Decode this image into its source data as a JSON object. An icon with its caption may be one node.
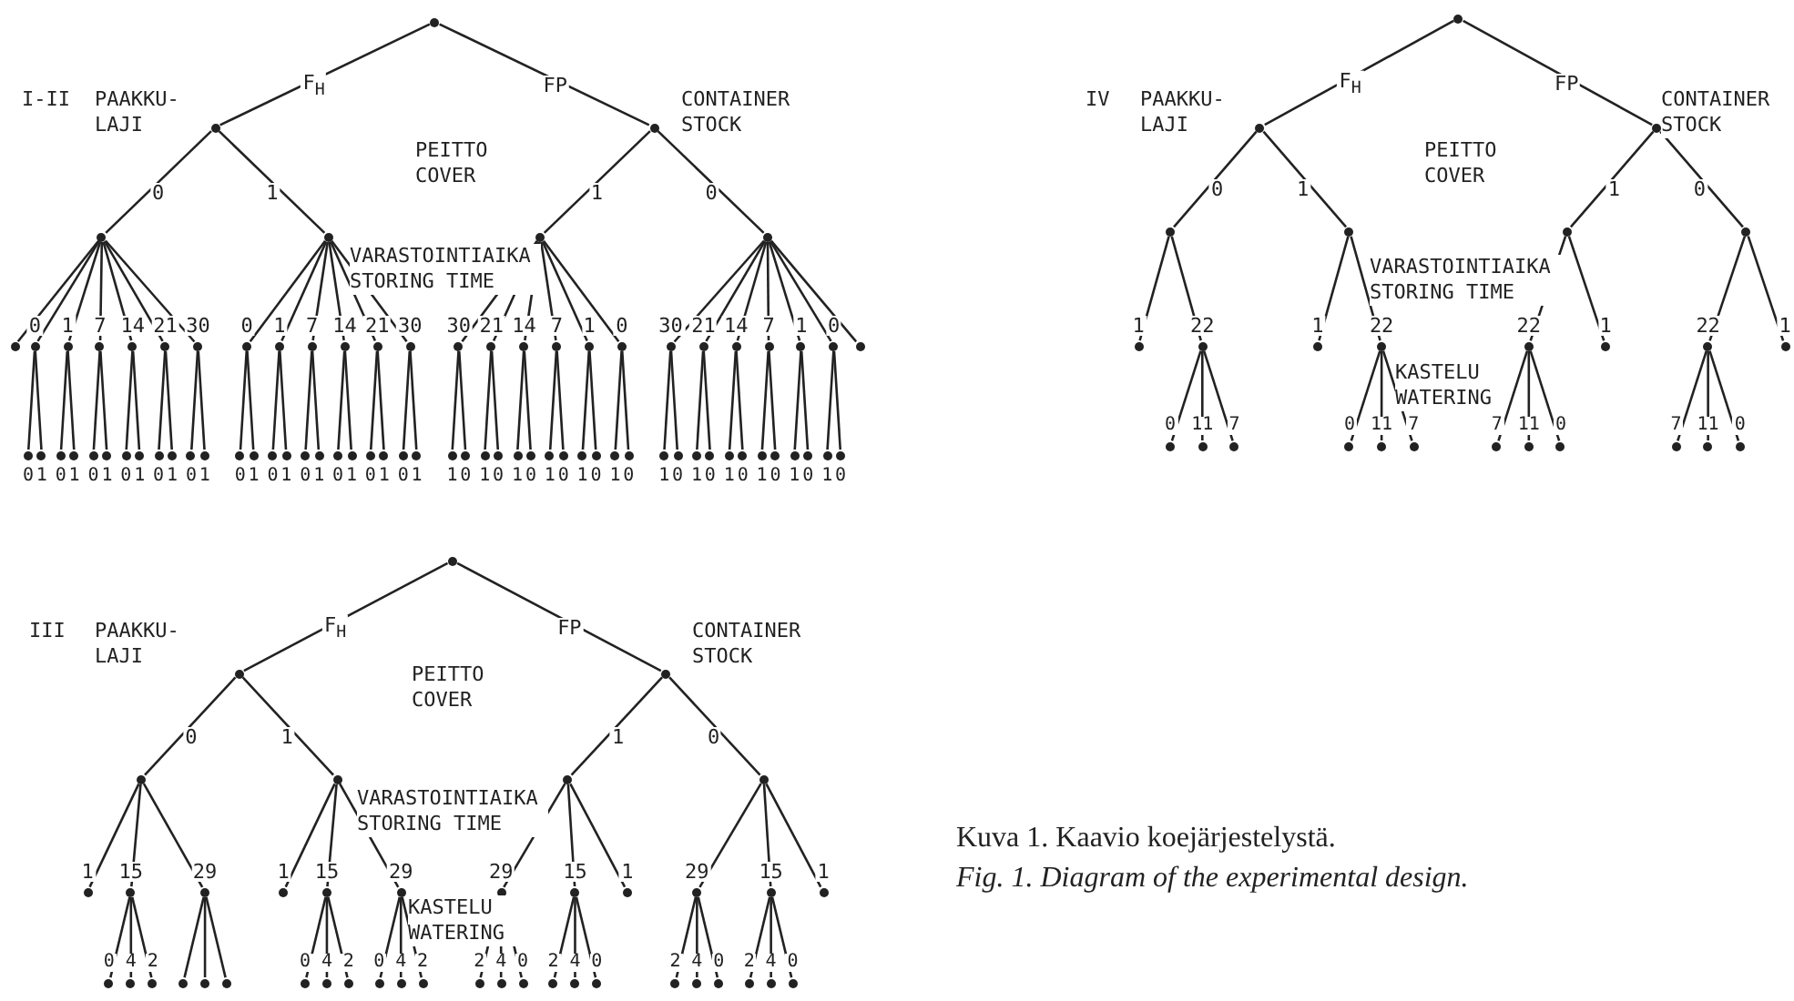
{
  "diagram": {
    "caption": "Kuva 1. Kaavio koejärjestelystä.",
    "nodes": [
      {
        "text": [],
        "shape": "circle"
      },
      {
        "text": [],
        "shape": "circle"
      },
      {
        "text": [],
        "shape": "circle"
      },
      {
        "text": [],
        "shape": "circle"
      },
      {
        "text": [],
        "shape": "circle"
      },
      {
        "text": [],
        "shape": "circle"
      },
      {
        "text": [],
        "shape": "circle"
      },
      {
        "text": [],
        "shape": "circle"
      },
      {
        "text": [],
        "shape": "circle"
      },
      {
        "text": [],
        "shape": "circle"
      },
      {
        "text": [],
        "shape": "circle"
      },
      {
        "text": [],
        "shape": "circle"
      },
      {
        "text": [],
        "shape": "circle"
      },
      {
        "text": [],
        "shape": "circle"
      },
      {
        "text": [],
        "shape": "circle"
      },
      {
        "text": [],
        "shape": "circle"
      },
      {
        "text": [],
        "shape": "circle"
      },
      {
        "text": [],
        "shape": "circle"
      },
      {
        "text": [],
        "shape": "circle"
      },
      {
        "text": [],
        "shape": "circle"
      },
      {
        "text": [],
        "shape": "circle"
      },
      {
        "text": [],
        "shape": "circle"
      },
      {
        "text": [],
        "shape": "circle"
      },
      {
        "text": [],
        "shape": "circle"
      },
      {
        "text": [],
        "shape": "circle"
      },
      {
        "text": [],
        "shape": "circle"
      },
      {
        "text": [],
        "shape": "circle"
      },
      {
        "text": [],
        "shape": "circle"
      },
      {
        "text": [],
        "shape": "circle"
      },
      {
        "text": [],
        "shape": "circle"
      },
      {
        "text": [],
        "shape": "circle"
      },
      {
        "text": [],
        "shape": "circle"
      },
      {
        "text": [],
        "shape": "circle"
      },
      {
        "text": [],
        "shape": "circle"
      },
      {
        "text": [],
        "shape": "circle"
      },
      {
        "text": [],
        "shape": "circle"
      },
      {
        "text": [],
        "shape": "circle"
      },
      {
        "text": [],
        "shape": "circle"
      },
      {
        "text": [],
        "shape": "circle"
      },
      {
        "text": [],
        "shape": "circle"
      },
      {
        "text": [],
        "shape": "circle"
      },
      {
        "text": [],
        "shape": "circle"
      },
      {
        "text": [],
        "shape": "circle"
      },
      {
        "text": [],
        "shape": "circle"
      },
      {
        "text": [],
        "shape": "circle"
      },
      {
        "text": [],
        "shape": "circle"
      },
      {
        "text": [],
        "shape": "circle"
      },
      {
        "text": [],
        "shape": "circle"
      },
      {
        "text": [],
        "shape": "circle"
      },
      {
        "text": [],
        "shape": "circle"
      },
      {
        "text": [],
        "shape": "circle"
      },
      {
        "text": [],
        "shape": "circle"
      },
      {
        "text": [],
        "shape": "circle"
      },
      {
        "text": [],
        "shape": "circle"
      },
      {
        "text": [],
        "shape": "circle"
      },
      {
        "text": [],
        "shape": "circle"
      },
      {
        "text": [],
        "shape": "circle"
      },
      {
        "text": [],
        "shape": "circle"
      },
      {
        "text": [],
        "shape": "circle"
      },
      {
        "text": [],
        "shape": "circle"
      },
      {
        "text": [],
        "shape": "circle"
      },
      {
        "text": [],
        "shape": "circle"
      },
      {
        "text": [],
        "shape": "circle"
      },
      {
        "text": [],
        "shape": "circle"
      },
      {
        "text": [],
        "shape": "circle"
      },
      {
        "text": [],
        "shape": "circle"
      },
      {
        "text": [],
        "shape": "circle"
      },
      {
        "text": [],
        "shape": "circle"
      },
      {
        "text": [],
        "shape": "circle"
      },
      {
        "text": [],
        "shape": "circle"
      },
      {
        "text": [],
        "shape": "circle"
      },
      {
        "text": [],
        "shape": "circle"
      },
      {
        "text": [],
        "shape": "circle"
      },
      {
        "text": [],
        "shape": "circle"
      },
      {
        "text": [],
        "shape": "circle"
      },
      {
        "text": [],
        "shape": "circle"
      },
      {
        "text": [],
        "shape": "circle"
      },
      {
        "text": [],
        "shape": "circle"
      },
      {
        "text": [],
        "shape": "circle"
      },
      {
        "text": [],
        "shape": "circle"
      },
      {
        "text": [],
        "shape": "circle"
      },
      {
        "text": [],
        "shape": "circle"
      },
      {
        "text": [],
        "shape": "circle"
      },
      {
        "text": [],
        "shape": "circle"
      },
      {
        "text": [],
        "shape": "circle"
      },
      {
        "text": [],
        "shape": "circle"
      },
      {
        "text": [],
        "shape": "circle"
      },
      {
        "text": [],
        "shape": "circle"
      },
      {
        "text": [],
        "shape": "circle"
      },
      {
        "text": [],
        "shape": "circle"
      },
      {
        "text": [],
        "shape": "circle"
      },
      {
        "text": [],
        "shape": "circle"
      },
      {
        "text": [],
        "shape": "circle"
      },
      {
        "text": [],
        "shape": "circle"
      },
      {
        "text": [],
        "shape": "circle"
      },
      {
        "text": [],
        "shape": "circle"
      },
      {
        "text": [],
        "shape": "circle"
      },
      {
        "text": [],
        "shape": "circle"
      },
      {
        "text": [],
        "shape": "circle"
      },
      {
        "text": [],
        "shape": "circle"
      },
      {
        "text": [],
        "shape": "circle"
      },
      {
        "text": [],
        "shape": "circle"
      },
      {
        "text": [],
        "shape": "circle"
      },
      {
        "text": [],
        "shape": "circle"
      },
      {
        "text": [],
        "shape": "circle"
      },
      {
        "text": [],
        "shape": "circle"
      },
      {
        "text": [],
        "shape": "circle"
      },
      {
        "text": [],
        "shape": "circle"
      },
      {
        "text": [],
        "shape": "circle"
      },
      {
        "text": [],
        "shape": "circle"
      },
      {
        "text": [],
        "shape": "circle"
      },
      {
        "text": [],
        "shape": "circle"
      },
      {
        "text": [],
        "shape": "circle"
      },
      {
        "text": [],
        "shape": "circle"
      },
      {
        "text": [],
        "shape": "circle"
      },
      {
        "text": [],
        "shape": "circle"
      },
      {
        "text": [],
        "shape": "circle"
      },
      {
        "text": [],
        "shape": "circle"
      },
      {
        "text": [],
        "shape": "circle"
      },
      {
        "text": [],
        "shape": "circle"
      },
      {
        "text": [],
        "shape": "circle"
      },
      {
        "text": [],
        "shape": "circle"
      },
      {
        "text": [],
        "shape": "circle"
      },
      {
        "text": [],
        "shape": "circle"
      },
      {
        "text": [],
        "shape": "circle"
      },
      {
        "text": [],
        "shape": "circle"
      },
      {
        "text": [],
        "shape": "circle"
      },
      {
        "text": [],
        "shape": "circle"
      },
      {
        "text": [],
        "shape": "circle"
      },
      {
        "text": [],
        "shape": "circle"
      },
      {
        "text": [],
        "shape": "circle"
      },
      {
        "text": [],
        "shape": "circle"
      },
      {
        "text": [],
        "shape": "circle"
      },
      {
        "text": [],
        "shape": "circle"
      },
      {
        "text": [],
        "shape": "circle"
      },
      {
        "text": [],
        "shape": "circle"
      },
      {
        "text": [],
        "shape": "circle"
      },
      {
        "text": [],
        "shape": "circle"
      },
      {
        "text": [],
        "shape": "circle"
      },
      {
        "text": [],
        "shape": "circle"
      },
      {
        "text": [],
        "shape": "circle"
      },
      {
        "text": [],
        "shape": "circle"
      },
      {
        "text": [],
        "shape": "circle"
      },
      {
        "text": [],
        "shape": "circle"
      },
      {
        "text": [],
        "shape": "circle"
      },
      {
        "text": [],
        "shape": "circle"
      },
      {
        "text": [],
        "shape": "circle"
      },
      {
        "text": [],
        "shape": "circle"
      },
      {
        "text": [],
        "shape": "circle"
      },
      {
        "text": [],
        "shape": "circle"
      },
      {
        "text": [],
        "shape": "circle"
      }
    ],
    "edges": [
      {
        "from": 0,
        "to": 1,
        "arrow": "none",
        "label": "F$_{H}$"
      },
      {
        "from": 0,
        "to": 2,
        "arrow": "none",
        "label": "FP"
      },
      {
        "from": 1,
        "to": 3,
        "arrow": "none",
        "label": "0"
      },
      {
        "from": 1,
        "to": 4,
        "arrow": "none",
        "label": "1"
      },
      {
        "from": 2,
        "to": 5,
        "arrow": "none",
        "label": "1"
      },
      {
        "from": 2,
        "to": 6,
        "arrow": "none",
        "label": "0"
      },
      {
        "from": 3,
        "to": 7,
        "arrow": "none"
      },
      {
        "from": 3,
        "to": 8,
        "arrow": "none",
        "label": "0"
      },
      {
        "from": 3,
        "to": 9,
        "arrow": "none",
        "label": "1"
      },
      {
        "from": 3,
        "to": 10,
        "arrow": "none",
        "label": "7"
      },
      {
        "from": 3,
        "to": 11,
        "arrow": "none",
        "label": "14"
      },
      {
        "from": 3,
        "to": 12,
        "arrow": "none",
        "label": "21"
      },
      {
        "from": 3,
        "to": 13,
        "arrow": "none",
        "label": "30"
      },
      {
        "from": 4,
        "to": 14,
        "arrow": "none",
        "label": "0"
      },
      {
        "from": 4,
        "to": 15,
        "arrow": "none",
        "label": "1"
      },
      {
        "from": 4,
        "to": 16,
        "arrow": "none",
        "label": "7"
      },
      {
        "from": 4,
        "to": 17,
        "arrow": "none",
        "label": "14"
      },
      {
        "from": 4,
        "to": 18,
        "arrow": "none",
        "label": "21"
      },
      {
        "from": 4,
        "to": 19,
        "arrow": "none",
        "label": "30"
      },
      {
        "from": 5,
        "to": 20,
        "arrow": "none",
        "label": "30"
      },
      {
        "from": 5,
        "to": 21,
        "arrow": "none",
        "label": "21"
      },
      {
        "from": 5,
        "to": 22,
        "arrow": "none",
        "label": "14"
      },
      {
        "from": 5,
        "to": 23,
        "arrow": "none",
        "label": "7"
      },
      {
        "from": 5,
        "to": 24,
        "arrow": "none",
        "label": "1"
      },
      {
        "from": 5,
        "to": 25,
        "arrow": "none",
        "label": "0"
      },
      {
        "from": 6,
        "to": 26,
        "arrow": "none",
        "label": "30"
      },
      {
        "from": 6,
        "to": 27,
        "arrow": "none",
        "label": "21"
      },
      {
        "from": 6,
        "to": 28,
        "arrow": "none",
        "label": "14"
      },
      {
        "from": 6,
        "to": 29,
        "arrow": "none",
        "label": "7"
      },
      {
        "from": 6,
        "to": 30,
        "arrow": "none",
        "label": "1"
      },
      {
        "from": 6,
        "to": 31,
        "arrow": "none",
        "label": "0"
      },
      {
        "from": 6,
        "to": 32,
        "arrow": "none"
      },
      {
        "from": 8,
        "to": 33,
        "arrow": "none",
        "label": "0"
      },
      {
        "from": 8,
        "to": 34,
        "arrow": "none",
        "label": "1"
      },
      {
        "from": 9,
        "to": 35,
        "arrow": "none",
        "label": "0"
      },
      {
        "from": 9,
        "to": 36,
        "arrow": "none",
        "label": "1"
      },
      {
        "from": 10,
        "to": 37,
        "arrow": "none",
        "label": "0"
      },
      {
        "from": 10,
        "to": 38,
        "arrow": "none",
        "label": "1"
      },
      {
        "from": 11,
        "to": 39,
        "arrow": "none",
        "label": "0"
      },
      {
        "from": 11,
        "to": 40,
        "arrow": "none",
        "label": "1"
      },
      {
        "from": 12,
        "to": 41,
        "arrow": "none",
        "label": "0"
      },
      {
        "from": 12,
        "to": 42,
        "arrow": "none",
        "label": "1"
      },
      {
        "from": 13,
        "to": 43,
        "arrow": "none",
        "label": "0"
      },
      {
        "from": 13,
        "to": 44,
        "arrow": "none",
        "label": "1"
      },
      {
        "from": 14,
        "to": 45,
        "arrow": "none",
        "label": "0"
      },
      {
        "from": 14,
        "to": 46,
        "arrow": "none",
        "label": "1"
      },
      {
        "from": 15,
        "to": 47,
        "arrow": "none",
        "label": "0"
      },
      {
        "from": 15,
        "to": 48,
        "arrow": "none",
        "label": "1"
      },
      {
        "from": 16,
        "to": 49,
        "arrow": "none",
        "label": "0"
      },
      {
        "from": 16,
        "to": 50,
        "arrow": "none",
        "label": "1"
      },
      {
        "from": 17,
        "to": 51,
        "arrow": "none",
        "label": "0"
      },
      {
        "from": 17,
        "to": 52,
        "arrow": "none",
        "label": "1"
      },
      {
        "from": 18,
        "to": 53,
        "arrow": "none",
        "label": "0"
      },
      {
        "from": 18,
        "to": 54,
        "arrow": "none",
        "label": "1"
      },
      {
        "from": 19,
        "to": 55,
        "arrow": "none",
        "label": "0"
      },
      {
        "from": 19,
        "to": 56,
        "arrow": "none",
        "label": "1"
      },
      {
        "from": 20,
        "to": 57,
        "arrow": "none",
        "label": "1"
      },
      {
        "from": 20,
        "to": 58,
        "arrow": "none",
        "label": "0"
      },
      {
        "from": 21,
        "to": 59,
        "arrow": "none",
        "label": "1"
      },
      {
        "from": 21,
        "to": 60,
        "arrow": "none",
        "label": "0"
      },
      {
        "from": 22,
        "to": 61,
        "arrow": "none",
        "label": "1"
      },
      {
        "from": 22,
        "to": 62,
        "arrow": "none",
        "label": "0"
      },
      {
        "from": 23,
        "to": 63,
        "arrow": "none",
        "label": "1"
      },
      {
        "from": 23,
        "to": 64,
        "arrow": "none",
        "label": "0"
      },
      {
        "from": 24,
        "to": 65,
        "arrow": "none",
        "label": "1"
      },
      {
        "from": 24,
        "to": 66,
        "arrow": "none",
        "label": "0"
      },
      {
        "from": 25,
        "to": 67,
        "arrow": "none",
        "label": "1"
      },
      {
        "from": 25,
        "to": 68,
        "arrow": "none",
        "label": "0"
      },
      {
        "from": 26,
        "to": 69,
        "arrow": "none",
        "label": "1"
      },
      {
        "from": 26,
        "to": 70,
        "arrow": "none",
        "label": "0"
      },
      {
        "from": 27,
        "to": 71,
        "arrow": "none",
        "label": "1"
      },
      {
        "from": 27,
        "to": 72,
        "arrow": "none",
        "label": "0"
      },
      {
        "from": 28,
        "to": 73,
        "arrow": "none",
        "label": "1"
      },
      {
        "from": 28,
        "to": 74,
        "arrow": "none",
        "label": "0"
      },
      {
        "from": 29,
        "to": 75,
        "arrow": "none",
        "label": "1"
      },
      {
        "from": 29,
        "to": 76,
        "arrow": "none",
        "label": "0"
      },
      {
        "from": 30,
        "to": 77,
        "arrow": "none",
        "label": "1"
      },
      {
        "from": 30,
        "to": 78,
        "arrow": "none",
        "label": "0"
      },
      {
        "from": 31,
        "to": 79,
        "arrow": "none",
        "label": "1"
      },
      {
        "from": 31,
        "to": 80,
        "arrow": "none",
        "label": "0"
      },
      {
        "from": 81,
        "to": 82,
        "arrow": "none",
        "label": "F$_{H}$"
      },
      {
        "from": 81,
        "to": 83,
        "arrow": "none",
        "label": "FP"
      },
      {
        "from": 82,
        "to": 84,
        "arrow": "none",
        "label": "0"
      },
      {
        "from": 82,
        "to": 85,
        "arrow": "none",
        "label": "1"
      },
      {
        "from": 83,
        "to": 86,
        "arrow": "none",
        "label": "1"
      },
      {
        "from": 83,
        "to": 87,
        "arrow": "none",
        "label": "0"
      },
      {
        "from": 84,
        "to": 88,
        "arrow": "none",
        "label": "1"
      },
      {
        "from": 84,
        "to": 89,
        "arrow": "none",
        "label": "22"
      },
      {
        "from": 85,
        "to": 90,
        "arrow": "none",
        "label": "1"
      },
      {
        "from": 85,
        "to": 91,
        "arrow": "none",
        "label": "22"
      },
      {
        "from": 86,
        "to": 92,
        "arrow": "none",
        "label": "22"
      },
      {
        "from": 86,
        "to": 93,
        "arrow": "none",
        "label": "1"
      },
      {
        "from": 87,
        "to": 94,
        "arrow": "none",
        "label": "22"
      },
      {
        "from": 87,
        "to": 95,
        "arrow": "none",
        "label": "1"
      },
      {
        "from": 89,
        "to": 96,
        "arrow": "none",
        "label": "0"
      },
      {
        "from": 89,
        "to": 97,
        "arrow": "none",
        "label": "11"
      },
      {
        "from": 89,
        "to": 98,
        "arrow": "none",
        "label": "7"
      },
      {
        "from": 91,
        "to": 99,
        "arrow": "none",
        "label": "0"
      },
      {
        "from": 91,
        "to": 100,
        "arrow": "none",
        "label": "11"
      },
      {
        "from": 91,
        "to": 101,
        "arrow": "none",
        "label": "7"
      },
      {
        "from": 92,
        "to": 102,
        "arrow": "none",
        "label": "7"
      },
      {
        "from": 92,
        "to": 103,
        "arrow": "none",
        "label": "11"
      },
      {
        "from": 92,
        "to": 104,
        "arrow": "none",
        "label": "0"
      },
      {
        "from": 94,
        "to": 105,
        "arrow": "none",
        "label": "7"
      },
      {
        "from": 94,
        "to": 106,
        "arrow": "none",
        "label": "11"
      },
      {
        "from": 94,
        "to": 107,
        "arrow": "none",
        "label": "0"
      },
      {
        "from": 108,
        "to": 109,
        "arrow": "none",
        "label": "F$_{H}$"
      },
      {
        "from": 108,
        "to": 110,
        "arrow": "none",
        "label": "FP"
      },
      {
        "from": 109,
        "to": 111,
        "arrow": "none",
        "label": "0"
      },
      {
        "from": 109,
        "to": 112,
        "arrow": "none",
        "label": "1"
      },
      {
        "from": 110,
        "to": 113,
        "arrow": "none",
        "label": "1"
      },
      {
        "from": 110,
        "to": 114,
        "arrow": "none",
        "label": "0"
      },
      {
        "from": 111,
        "to": 115,
        "arrow": "none",
        "label": "1"
      },
      {
        "from": 111,
        "to": 116,
        "arrow": "none",
        "label": "15"
      },
      {
        "from": 111,
        "to": 117,
        "arrow": "none",
        "label": "29"
      },
      {
        "from": 112,
        "to": 118,
        "arrow": "none",
        "label": "1"
      },
      {
        "from": 112,
        "to": 119,
        "arrow": "none",
        "label": "15"
      },
      {
        "from": 112,
        "to": 120,
        "arrow": "none",
        "label": "29"
      },
      {
        "from": 113,
        "to": 121,
        "arrow": "none",
        "label": "29"
      },
      {
        "from": 113,
        "to": 122,
        "arrow": "none",
        "label": "15"
      },
      {
        "from": 113,
        "to": 123,
        "arrow": "none",
        "label": "1"
      },
      {
        "from": 114,
        "to": 124,
        "arrow": "none",
        "label": "29"
      },
      {
        "from": 114,
        "to": 125,
        "arrow": "none",
        "label": "15"
      },
      {
        "from": 114,
        "to": 126,
        "arrow": "none",
        "label": "1"
      },
      {
        "from": 116,
        "to": 127,
        "arrow": "none",
        "label": "0"
      },
      {
        "from": 116,
        "to": 128,
        "arrow": "none",
        "label": "4"
      },
      {
        "from": 116,
        "to": 129,
        "arrow": "none",
        "label": "2"
      },
      {
        "from": 117,
        "to": 130,
        "arrow": "none"
      },
      {
        "from": 117,
        "to": 131,
        "arrow": "none"
      },
      {
        "from": 117,
        "to": 132,
        "arrow": "none"
      },
      {
        "from": 119,
        "to": 133,
        "arrow": "none",
        "label": "0"
      },
      {
        "from": 119,
        "to": 134,
        "arrow": "none",
        "label": "4"
      },
      {
        "from": 119,
        "to": 135,
        "arrow": "none",
        "label": "2"
      },
      {
        "from": 120,
        "to": 136,
        "arrow": "none",
        "label": "0"
      },
      {
        "from": 120,
        "to": 137,
        "arrow": "none",
        "label": "4"
      },
      {
        "from": 120,
        "to": 138,
        "arrow": "none",
        "label": "2"
      },
      {
        "from": 121,
        "to": 139,
        "arrow": "none",
        "label": "2"
      },
      {
        "from": 121,
        "to": 140,
        "arrow": "none",
        "label": "4"
      },
      {
        "from": 121,
        "to": 141,
        "arrow": "none",
        "label": "0"
      },
      {
        "from": 122,
        "to": 142,
        "arrow": "none",
        "label": "2"
      },
      {
        "from": 122,
        "to": 143,
        "arrow": "none",
        "label": "4"
      },
      {
        "from": 122,
        "to": 144,
        "arrow": "none",
        "label": "0"
      },
      {
        "from": 124,
        "to": 145,
        "arrow": "none",
        "label": "2"
      },
      {
        "from": 124,
        "to": 146,
        "arrow": "none",
        "label": "4"
      },
      {
        "from": 124,
        "to": 147,
        "arrow": "none",
        "label": "0"
      },
      {
        "from": 125,
        "to": 148,
        "arrow": "none",
        "label": "2"
      },
      {
        "from": 125,
        "to": 149,
        "arrow": "none",
        "label": "4"
      },
      {
        "from": 125,
        "to": 150,
        "arrow": "none",
        "label": "0"
      }
    ],
    "labels": [
      "I-II",
      "PAAKKU- LAJI",
      "CONTAINER STOCK",
      "PEITTO COVER",
      "VARASTOINTIAIKA STORING TIME",
      "IV",
      "PAAKKU- LAJI",
      "CONTAINER STOCK",
      "PEITTO COVER",
      "VARASTOINTIAIKA STORING TIME",
      "KASTELU WATERING",
      "III",
      "PAAKKU- LAJI",
      "CONTAINER STOCK",
      "PEITTO COVER",
      "VARASTOINTIAIKA STORING TIME",
      "KASTELU WATERING",
      "Fig. 1. Diagram of the experimental design."
    ]
  }
}
